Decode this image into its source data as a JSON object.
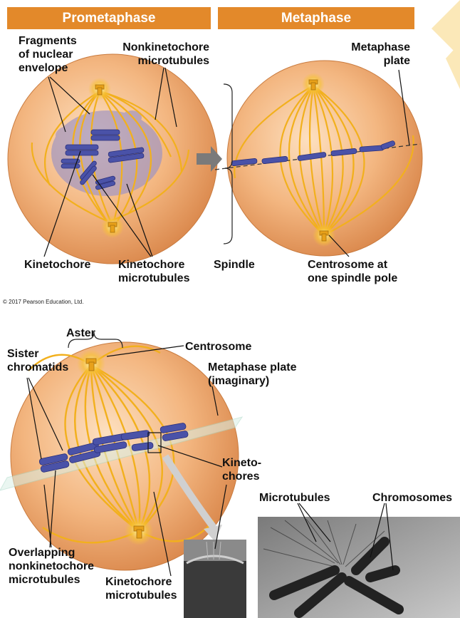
{
  "panels": {
    "prometaphase_title": "Prometaphase",
    "metaphase_title": "Metaphase"
  },
  "labels": {
    "fragments_line1": "Fragments",
    "fragments_line2": "of nuclear",
    "fragments_line3": "envelope",
    "nonkineto_line1": "Nonkinetochore",
    "nonkineto_line2": "microtubules",
    "metaphase_plate_line1": "Metaphase",
    "metaphase_plate_line2": "plate",
    "kinetochore": "Kinetochore",
    "kineto_mt_line1": "Kinetochore",
    "kineto_mt_line2": "microtubules",
    "spindle": "Spindle",
    "centrosome_pole_line1": "Centrosome at",
    "centrosome_pole_line2": "one spindle pole",
    "aster": "Aster",
    "sister_line1": "Sister",
    "sister_line2": "chromatids",
    "centrosome": "Centrosome",
    "imaginary_plate_line1": "Metaphase plate",
    "imaginary_plate_line2": "(imaginary)",
    "kinetochores_line1": "Kineto-",
    "kinetochores_line2": "chores",
    "microtubules": "Microtubules",
    "chromosomes": "Chromosomes",
    "overlapping_line1": "Overlapping",
    "overlapping_line2": "nonkinetochore",
    "overlapping_line3": "microtubules",
    "kineto_mt2_line1": "Kinetochore",
    "kineto_mt2_line2": "microtubules"
  },
  "copyright": "© 2017 Pearson Education, Ltd.",
  "colors": {
    "header": "#e3892a",
    "cell": "#f0b27a",
    "microtubule": "#f3b21f",
    "chromosome": "#4a52a8",
    "nuclear_fragment": "#8f86b8"
  }
}
